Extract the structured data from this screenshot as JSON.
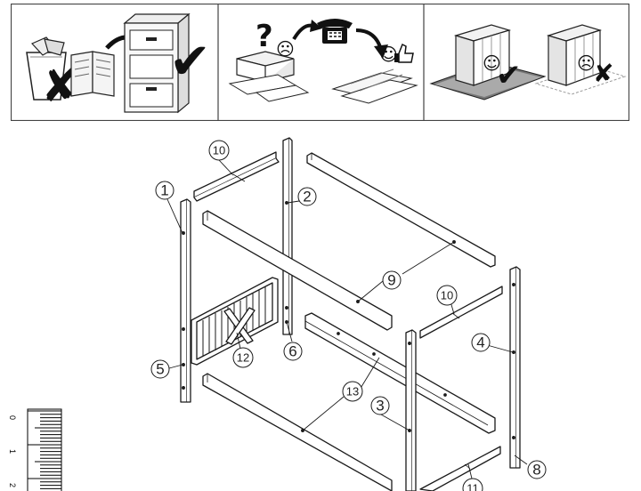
{
  "instructions": {
    "panels": [
      {
        "id": "keep-instructions",
        "good": "✔",
        "bad": "✘"
      },
      {
        "id": "missing-parts-call",
        "question": "?",
        "sad": "☹",
        "happy": "☺"
      },
      {
        "id": "assemble-on-mat",
        "happy": "☺",
        "sad": "☹",
        "good": "✔",
        "bad": "✘"
      }
    ]
  },
  "callouts": {
    "p1": "1",
    "p2": "2",
    "p3": "3",
    "p4": "4",
    "p5": "5",
    "p6": "6",
    "p8": "8",
    "p9": "9",
    "p10a": "10",
    "p10b": "10",
    "p11": "11",
    "p12": "12",
    "p13": "13"
  },
  "ruler": {
    "labels": [
      "0",
      "1",
      "2"
    ]
  },
  "colors": {
    "line": "#1a1a1a",
    "fill": "#ffffff",
    "border": "#555555"
  }
}
